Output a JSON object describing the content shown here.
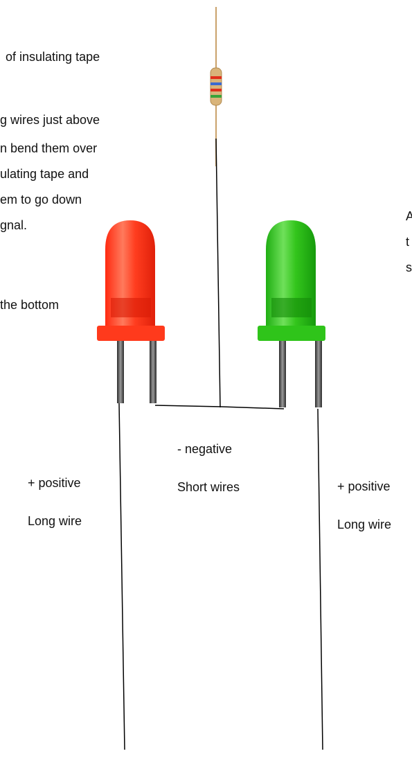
{
  "instructions_left": [
    "of insulating tape",
    "g wires just above",
    "n bend them over",
    "ulating tape and",
    "em to go down",
    "gnal.",
    "the bottom"
  ],
  "instructions_right": [
    "A",
    "t",
    "s"
  ],
  "labels": {
    "red_positive": "+ positive",
    "red_long_wire": "Long wire",
    "negative": "- negative",
    "short_wires": "Short wires",
    "green_positive": "+ positive",
    "green_long_wire": "Long wire"
  },
  "colors": {
    "red_led": "#ff3a1c",
    "green_led": "#2fc41a",
    "wire": "#000000",
    "resistor_body": "#d9b47a"
  }
}
